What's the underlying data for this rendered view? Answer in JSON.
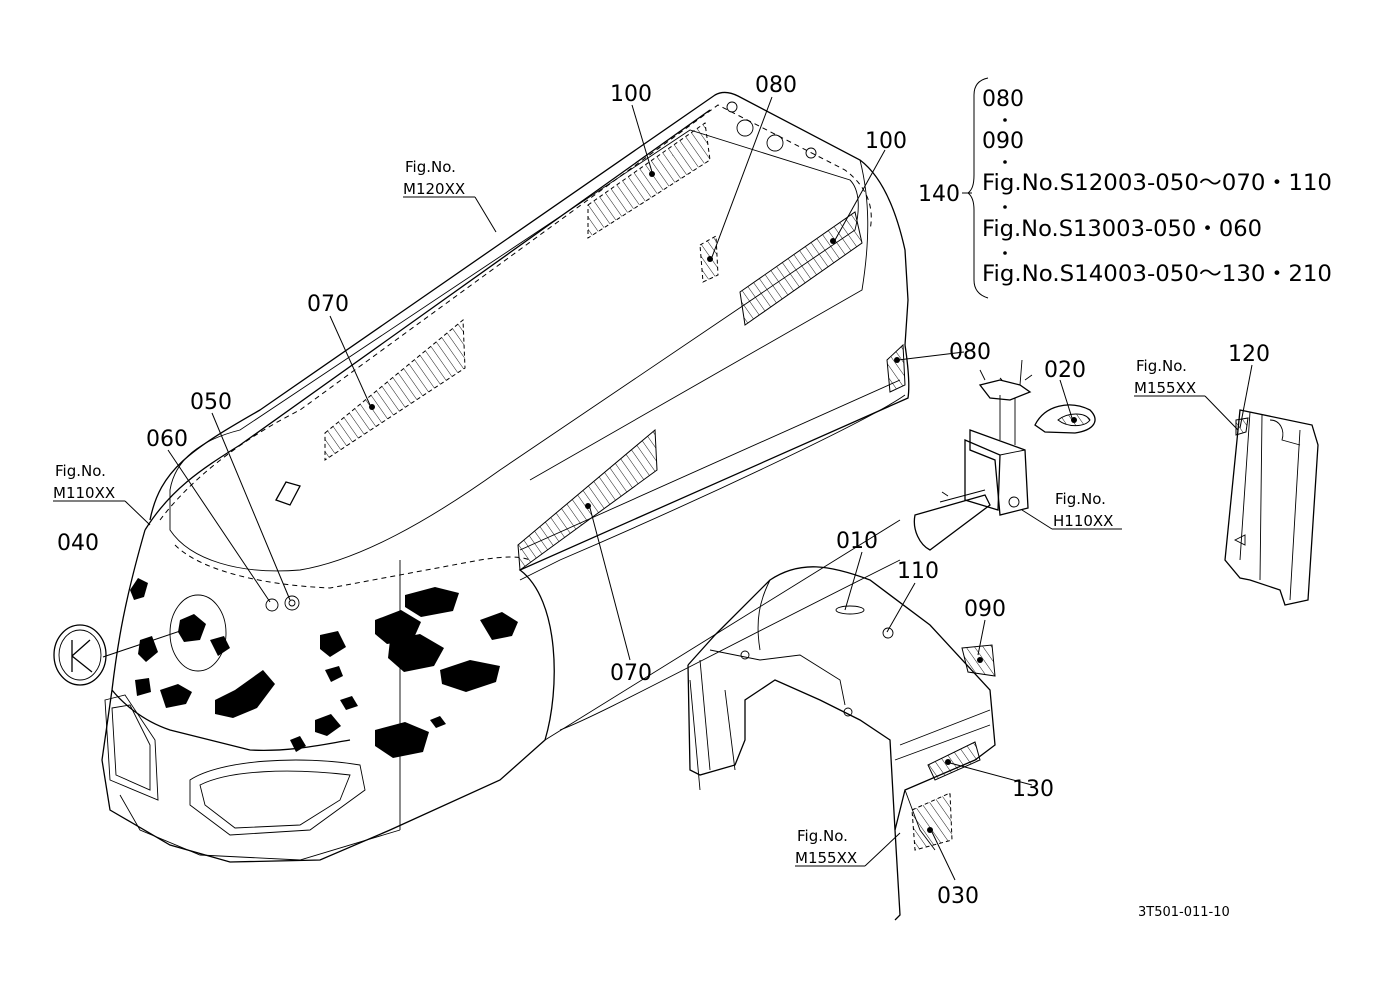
{
  "callouts": {
    "c100a": "100",
    "c080a": "080",
    "c100b": "100",
    "c070a": "070",
    "c050": "050",
    "c060": "060",
    "c040": "040",
    "c070b": "070",
    "c080b": "080",
    "c020": "020",
    "c010": "010",
    "c110": "110",
    "c090": "090",
    "c120": "120",
    "c130": "130",
    "c030": "030"
  },
  "fig_refs": {
    "m120_a": "Fig.No.",
    "m120_b": "M120XX",
    "m110_a": "Fig.No.",
    "m110_b": "M110XX",
    "h110_a": "Fig.No.",
    "h110_b": "H110XX",
    "m155r_a": "Fig.No.",
    "m155r_b": "M155XX",
    "m155b_a": "Fig.No.",
    "m155b_b": "M155XX"
  },
  "set_group": {
    "number": "140",
    "items": [
      "080",
      "090",
      "Fig.No.S12003-050～070・110",
      "Fig.No.S13003-050・060",
      "Fig.No.S14003-050～130・210"
    ]
  },
  "drawing_code": "3T501-011-10"
}
